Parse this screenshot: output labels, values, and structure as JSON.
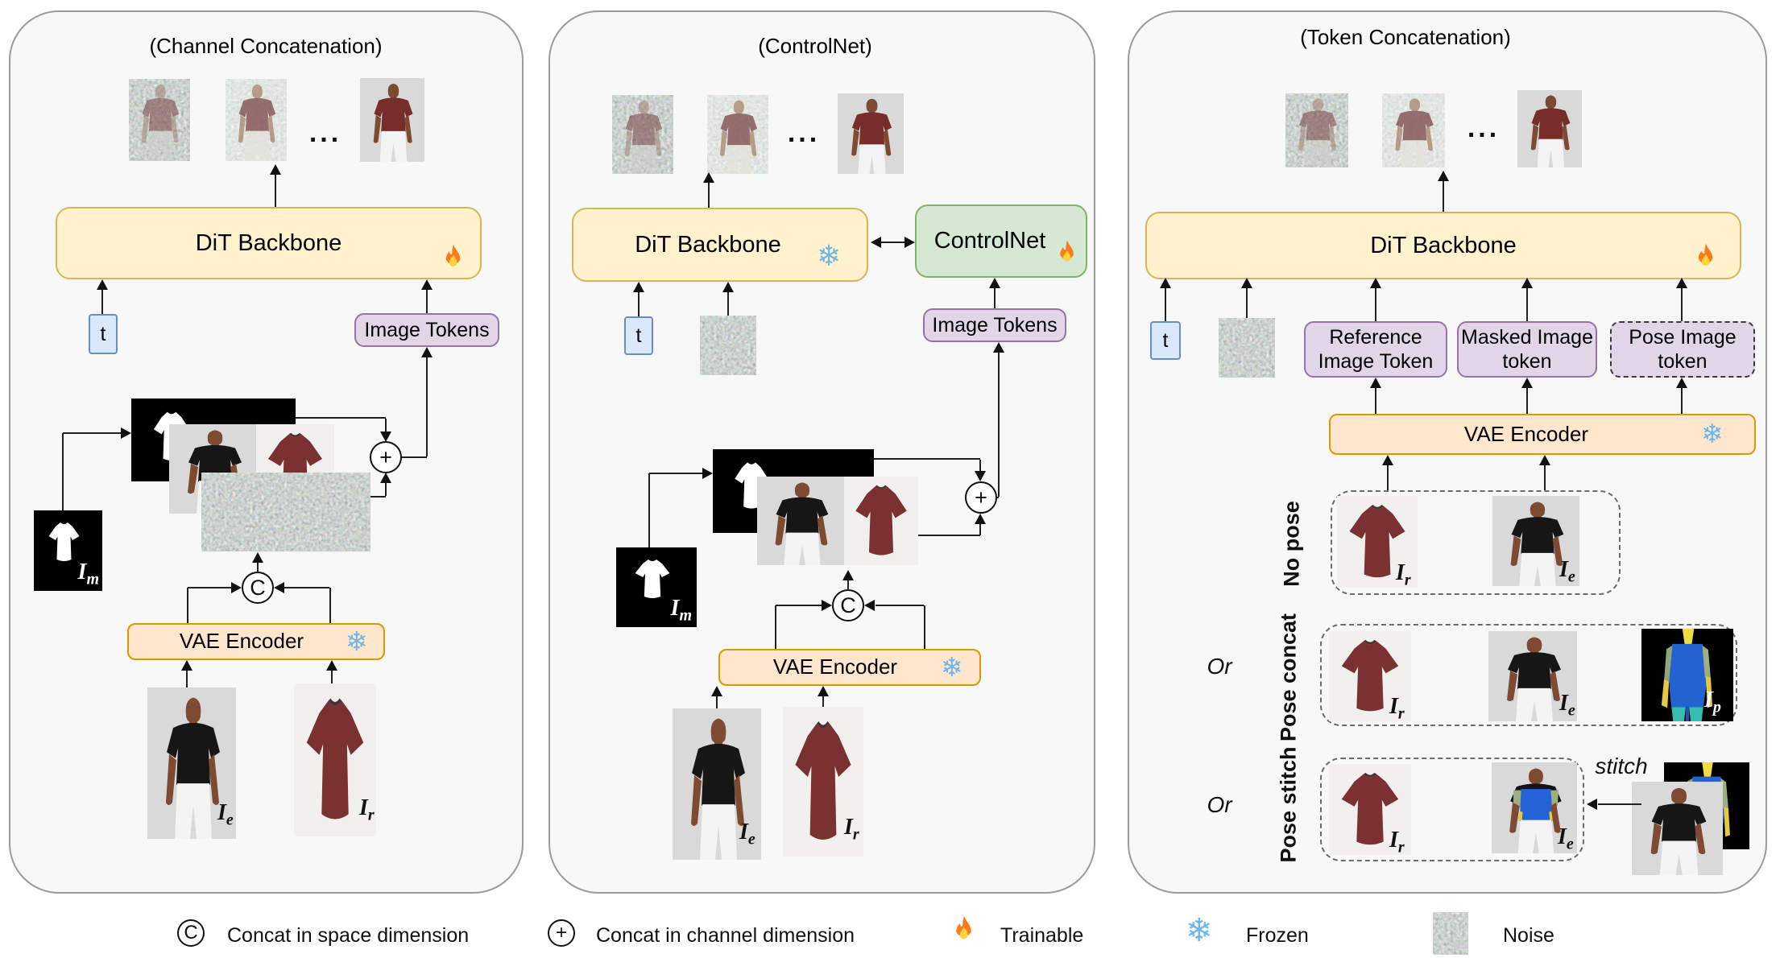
{
  "colors": {
    "panel_bg": "#f8f8f9",
    "panel_border": "#9b9b9b",
    "dit_fill": "#FFF2CC",
    "dit_border": "#D6B656",
    "token_fill": "#E1D5E7",
    "token_border": "#9673A6",
    "controlnet_fill": "#D5E8D4",
    "controlnet_border": "#82B366",
    "vae_fill": "#FFE6CC",
    "vae_border": "#D79B00",
    "timestep_fill": "#DAE8FC",
    "timestep_border": "#6C8EBF",
    "shirt_maroon": "#7b3131",
    "pose_blue": "#2363cf"
  },
  "glyphs": {
    "concat_space": "C",
    "concat_channel": "+",
    "dots": "...",
    "snowflake": "❄"
  },
  "math": {
    "im": {
      "base": "I",
      "sub": "m"
    },
    "ie": {
      "base": "I",
      "sub": "e"
    },
    "ir": {
      "base": "I",
      "sub": "r"
    },
    "ip": {
      "base": "I",
      "sub": "p"
    }
  },
  "panel1": {
    "title": "(Channel Concatenation)",
    "dit_label": "DiT Backbone",
    "image_tokens_label": "Image Tokens",
    "vae_label": "VAE Encoder",
    "timestep_label": "t"
  },
  "panel2": {
    "title": "(ControlNet)",
    "dit_label": "DiT Backbone",
    "controlnet_label": "ControlNet",
    "image_tokens_label": "Image Tokens",
    "vae_label": "VAE Encoder",
    "timestep_label": "t"
  },
  "panel3": {
    "title": "(Token Concatenation)",
    "dit_label": "DiT Backbone",
    "vae_label": "VAE Encoder",
    "timestep_label": "t",
    "token_boxes": [
      {
        "line1": "Reference",
        "line2": "Image Token"
      },
      {
        "line1": "Masked Image",
        "line2": "token"
      },
      {
        "line1": "Pose Image",
        "line2": "token"
      }
    ],
    "rows": [
      {
        "label": "No pose"
      },
      {
        "or": "Or",
        "label": "Pose concat"
      },
      {
        "or": "Or",
        "label": "Pose stitch",
        "stitch": "stitch"
      }
    ]
  },
  "legend": {
    "items": [
      {
        "symbol": "C",
        "label": "Concat in space dimension"
      },
      {
        "symbol": "+",
        "label": "Concat in channel dimension"
      },
      {
        "icon": "flame-icon",
        "label": "Trainable"
      },
      {
        "icon": "snowflake-icon",
        "label": "Frozen"
      },
      {
        "icon": "noise-swatch",
        "label": "Noise"
      }
    ]
  }
}
